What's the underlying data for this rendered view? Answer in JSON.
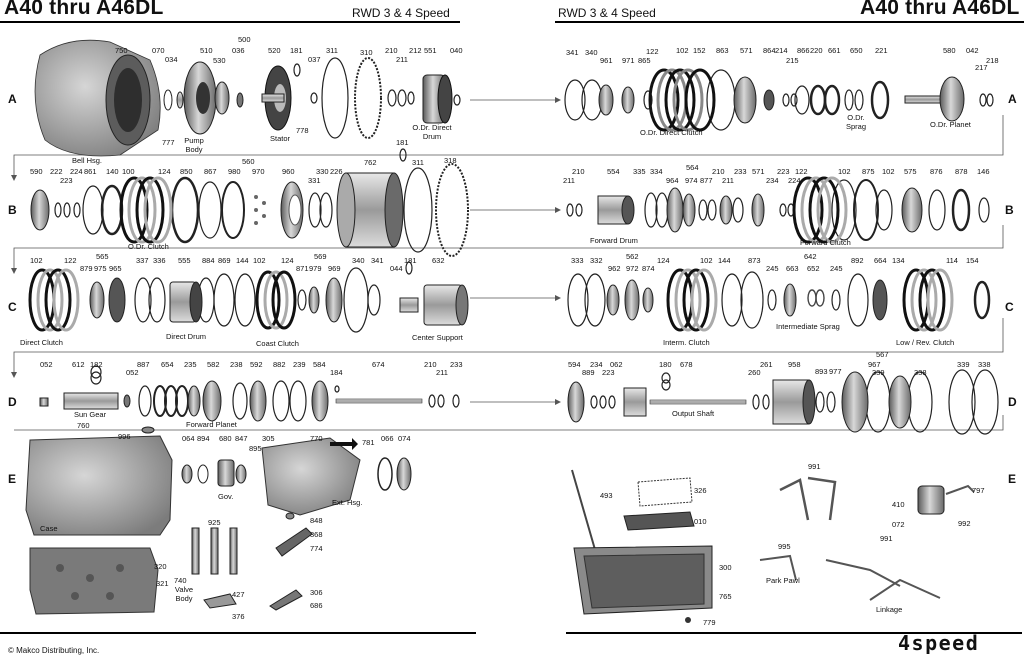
{
  "header": {
    "title_left": "A40 thru A46DL",
    "subtitle_left": "RWD 3 & 4 Speed",
    "subtitle_right": "RWD 3 & 4 Speed",
    "title_right": "A40 thru A46DL"
  },
  "row_letters": [
    "A",
    "B",
    "C",
    "D",
    "E"
  ],
  "part_numbers": {
    "rowA_left": [
      "750",
      "070",
      "034",
      "510",
      "530",
      "036",
      "520",
      "181",
      "037",
      "311",
      "310",
      "210",
      "211",
      "212",
      "551",
      "040",
      "500",
      "777",
      "778"
    ],
    "rowA_right": [
      "341",
      "340",
      "961",
      "971",
      "865",
      "122",
      "102",
      "152",
      "863",
      "571",
      "864",
      "214",
      "215",
      "866",
      "220",
      "661",
      "650",
      "221",
      "580",
      "042",
      "217",
      "218"
    ],
    "rowB_left": [
      "590",
      "222",
      "223",
      "224",
      "861",
      "140",
      "100",
      "124",
      "850",
      "867",
      "980",
      "970",
      "960",
      "330",
      "331",
      "226",
      "762",
      "181",
      "311",
      "318",
      "560"
    ],
    "rowB_right": [
      "210",
      "211",
      "554",
      "335",
      "334",
      "564",
      "964",
      "974",
      "877",
      "210",
      "211",
      "233",
      "571",
      "234",
      "223",
      "224",
      "122",
      "102",
      "875",
      "102",
      "575",
      "876",
      "878",
      "146"
    ],
    "rowC_left": [
      "102",
      "122",
      "565",
      "879",
      "975",
      "965",
      "337",
      "336",
      "555",
      "884",
      "869",
      "144",
      "102",
      "124",
      "569",
      "871",
      "979",
      "969",
      "340",
      "341",
      "181",
      "044",
      "632"
    ],
    "rowC_right": [
      "333",
      "332",
      "562",
      "962",
      "972",
      "874",
      "124",
      "102",
      "144",
      "873",
      "642",
      "245",
      "663",
      "652",
      "245",
      "892",
      "664",
      "134",
      "114",
      "154"
    ],
    "rowD_left": [
      "052",
      "612",
      "182",
      "887",
      "052",
      "654",
      "235",
      "582",
      "238",
      "592",
      "882",
      "239",
      "584",
      "184",
      "674",
      "210",
      "211",
      "233"
    ],
    "rowD_right": [
      "594",
      "889",
      "234",
      "223",
      "062",
      "180",
      "678",
      "260",
      "261",
      "958",
      "567",
      "893",
      "977",
      "339",
      "967",
      "338",
      "339",
      "338"
    ],
    "rowE_left": [
      "760",
      "996",
      "064",
      "894",
      "680",
      "847",
      "895",
      "305",
      "770",
      "781",
      "066",
      "074",
      "925",
      "848",
      "368",
      "774",
      "320",
      "321",
      "740",
      "427",
      "376",
      "306",
      "686"
    ],
    "rowE_right": [
      "493",
      "326",
      "010",
      "300",
      "765",
      "779",
      "991",
      "995",
      "991",
      "410",
      "797",
      "072",
      "992"
    ]
  },
  "captions": {
    "bell_hsg": "Bell Hsg.",
    "pump_body": "Pump Body",
    "stator": "Stator",
    "odr_direct_drum": "O.Dr. Direct Drum",
    "odr_direct_clutch": "O.Dr. Direct Clutch",
    "odr_sprag": "O.Dr. Sprag",
    "odr_planet": "O.Dr. Planet",
    "odr_clutch": "O.Dr. Clutch",
    "forward_drum": "Forward Drum",
    "forward_clutch": "Forward Clutch",
    "direct_clutch": "Direct Clutch",
    "direct_drum": "Direct Drum",
    "coast_clutch": "Coast Clutch",
    "center_support": "Center Support",
    "interm_clutch": "Interm. Clutch",
    "intermediate_sprag": "Intermediate Sprag",
    "low_rev_clutch": "Low / Rev. Clutch",
    "sun_gear": "Sun Gear",
    "forward_planet": "Forward Planet",
    "output_shaft": "Output Shaft",
    "case": "Case",
    "gov": "Gov.",
    "ext_hsg": "Ext. Hsg.",
    "valve_body": "Valve Body",
    "park_pawl": "Park Pawl",
    "linkage": "Linkage"
  },
  "footer": {
    "copyright": "© Makco Distributing, Inc.",
    "brand": "4speed"
  }
}
